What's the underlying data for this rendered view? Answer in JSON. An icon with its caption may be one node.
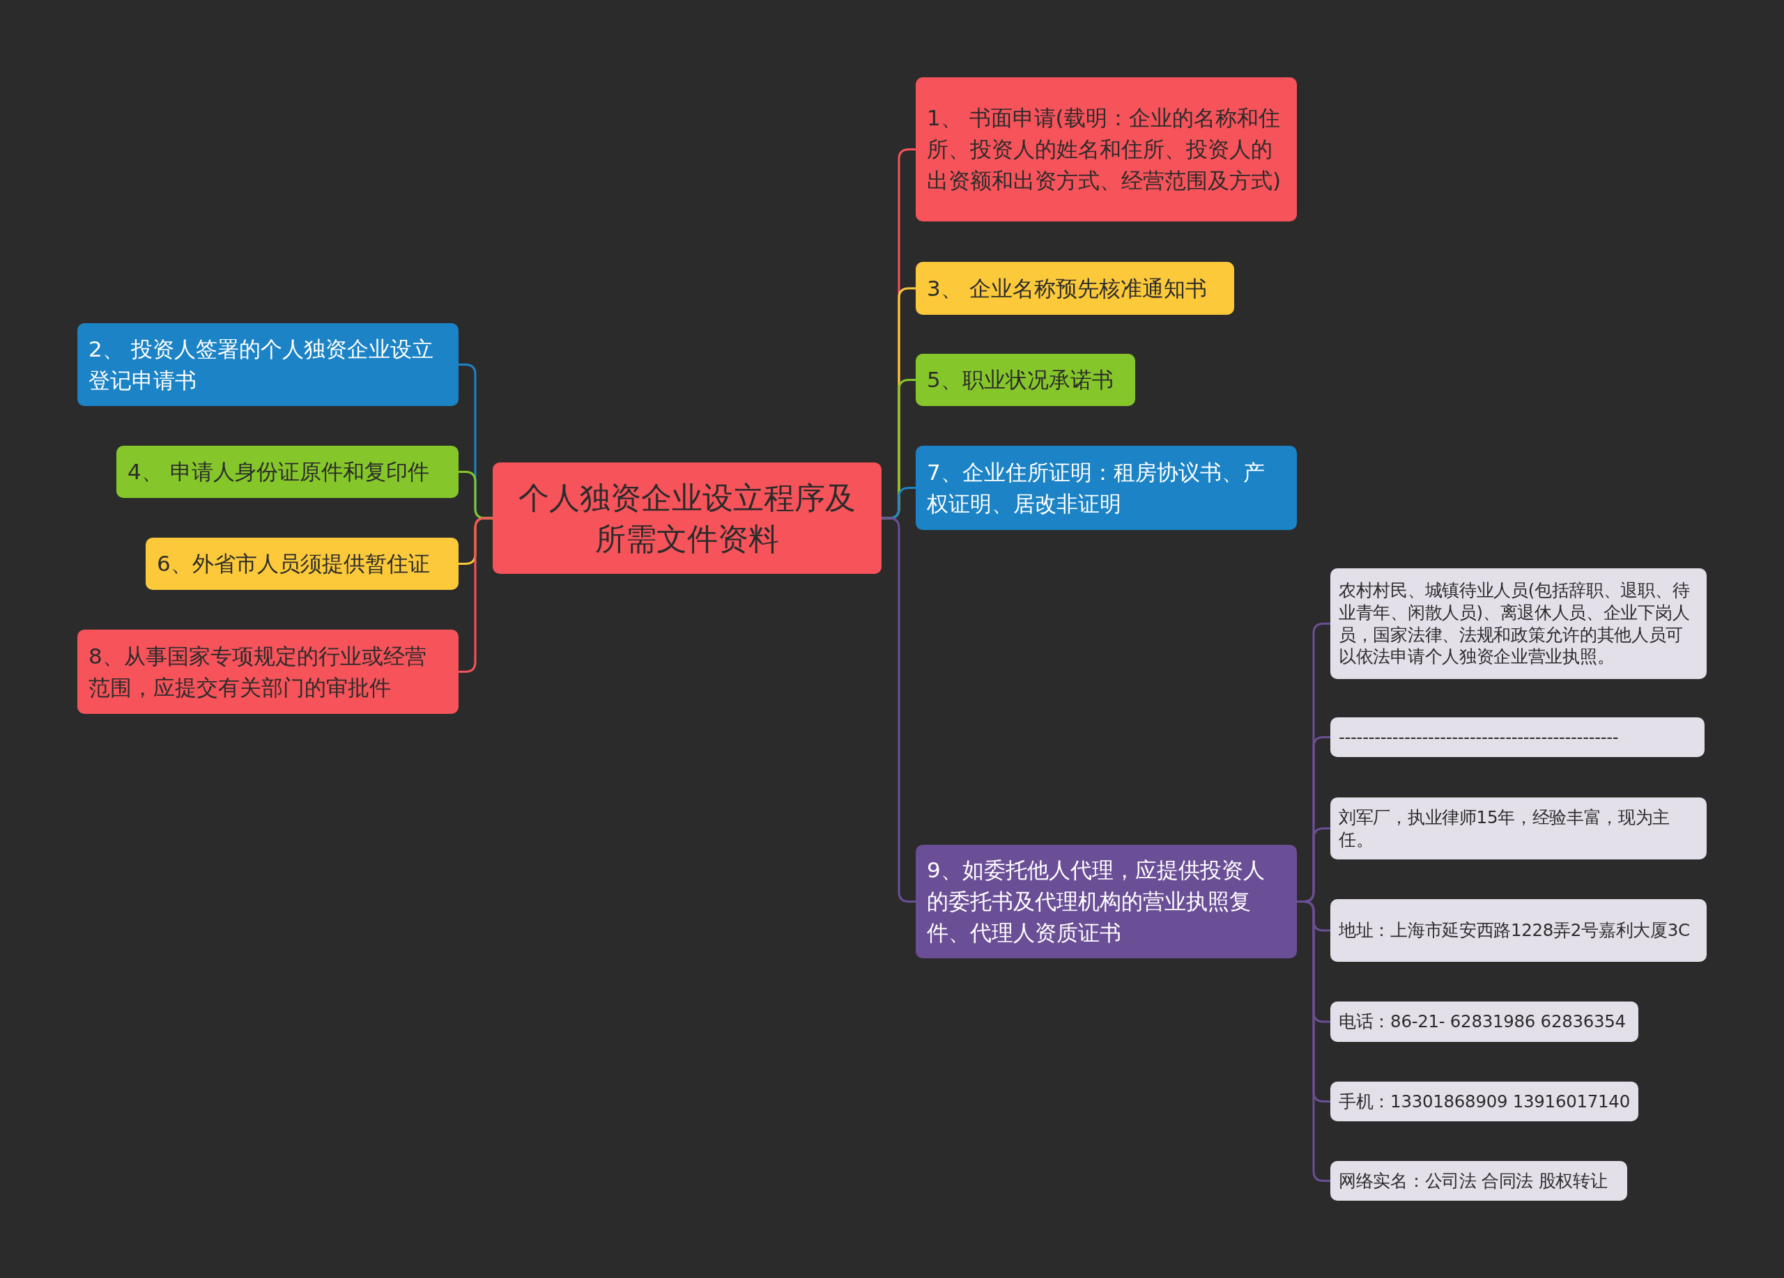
{
  "diagram": {
    "nodes": [
      {
        "text": [
          "个人独资企业设立程序及所需文件资料"
        ]
      },
      {
        "text": [
          "2、 投资人签署的个人独资企业设立登记申请书"
        ]
      },
      {
        "text": [
          "4、 申请人身份证原件和复印件"
        ]
      },
      {
        "text": [
          "6、外省市人员须提供暂住证"
        ]
      },
      {
        "text": [
          "8、从事国家专项规定的行业或经营范围，应提交有关部门的审批件"
        ]
      },
      {
        "text": [
          "1、 书面申请(载明：企业的名称和住所、投资人的姓名和住所、投资人的出资额和出资方式、经营范围及方式)"
        ]
      },
      {
        "text": [
          "3、 企业名称预先核准通知书"
        ]
      },
      {
        "text": [
          "5、职业状况承诺书"
        ]
      },
      {
        "text": [
          "7、企业住所证明：租房协议书、产权证明、居改非证明"
        ]
      },
      {
        "text": [
          "9、如委托他人代理，应提供投资人的委托书及代理机构的营业执照复件、代理人资质证书"
        ]
      },
      {
        "text": [
          "农村村民、城镇待业人员(包括辞职、退职、待业青年、闲散人员)、离退休人员、企业下岗人员，国家法律、法规和政策允许的其他人员可以依法申请个人独资企业营业执照。"
        ]
      },
      {
        "text": [
          "-----------------------------------------------"
        ]
      },
      {
        "text": [
          "刘军厂，执业律师15年，经验丰富，现为主任。"
        ]
      },
      {
        "text": [
          "地址：上海市延安西路1228弄2号嘉利大厦3C"
        ]
      },
      {
        "text": [
          "电话：86-21- 62831986 62836354"
        ]
      },
      {
        "text": [
          "手机：13301868909 13916017140"
        ]
      },
      {
        "text": [
          "网络实名：公司法 合同法 股权转让"
        ]
      }
    ],
    "edges": [
      {
        "from": 0,
        "to": 1,
        "arrow": "none",
        "color": "#1b83c6"
      },
      {
        "from": 0,
        "to": 2,
        "arrow": "none",
        "color": "#85c72a"
      },
      {
        "from": 0,
        "to": 3,
        "arrow": "none",
        "color": "#fbc93a"
      },
      {
        "from": 0,
        "to": 4,
        "arrow": "none",
        "color": "#f6535a"
      },
      {
        "from": 0,
        "to": 5,
        "arrow": "none",
        "color": "#f6535a"
      },
      {
        "from": 0,
        "to": 6,
        "arrow": "none",
        "color": "#fbc93a"
      },
      {
        "from": 0,
        "to": 7,
        "arrow": "none",
        "color": "#85c72a"
      },
      {
        "from": 0,
        "to": 8,
        "arrow": "none",
        "color": "#1b83c6"
      },
      {
        "from": 0,
        "to": 9,
        "arrow": "none",
        "color": "#6b4f96"
      },
      {
        "from": 9,
        "to": 10,
        "arrow": "none",
        "color": "#6b4f96"
      },
      {
        "from": 9,
        "to": 11,
        "arrow": "none",
        "color": "#6b4f96"
      },
      {
        "from": 9,
        "to": 12,
        "arrow": "none",
        "color": "#6b4f96"
      },
      {
        "from": 9,
        "to": 13,
        "arrow": "none",
        "color": "#6b4f96"
      },
      {
        "from": 9,
        "to": 14,
        "arrow": "none",
        "color": "#6b4f96"
      },
      {
        "from": 9,
        "to": 15,
        "arrow": "none",
        "color": "#6b4f96"
      },
      {
        "from": 9,
        "to": 16,
        "arrow": "none",
        "color": "#6b4f96"
      }
    ]
  }
}
